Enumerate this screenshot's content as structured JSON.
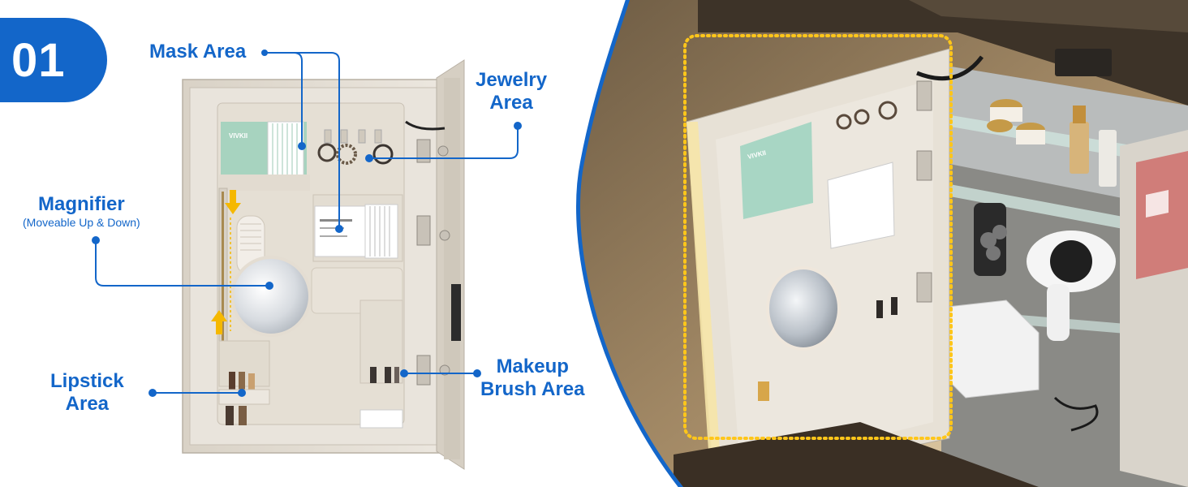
{
  "badge": {
    "number": "01"
  },
  "callouts": {
    "mask_area": {
      "label": "Mask Area"
    },
    "jewelry_area": {
      "line1": "Jewelry",
      "line2": "Area"
    },
    "magnifier": {
      "label": "Magnifier",
      "sublabel": "(Moveable Up & Down)"
    },
    "lipstick_area": {
      "line1": "Lipstick",
      "line2": "Area"
    },
    "makeup_brush_area": {
      "line1": "Makeup",
      "line2": "Brush Area"
    }
  },
  "product_text": {
    "mask_pack_left": "VIVKII",
    "mask_pack_right": "VIVKII"
  },
  "colors": {
    "accent_blue": "#1366c9",
    "panel": "#e8e2d8",
    "led_yellow": "#ffc61a",
    "arrow_yellow": "#f5b800"
  }
}
